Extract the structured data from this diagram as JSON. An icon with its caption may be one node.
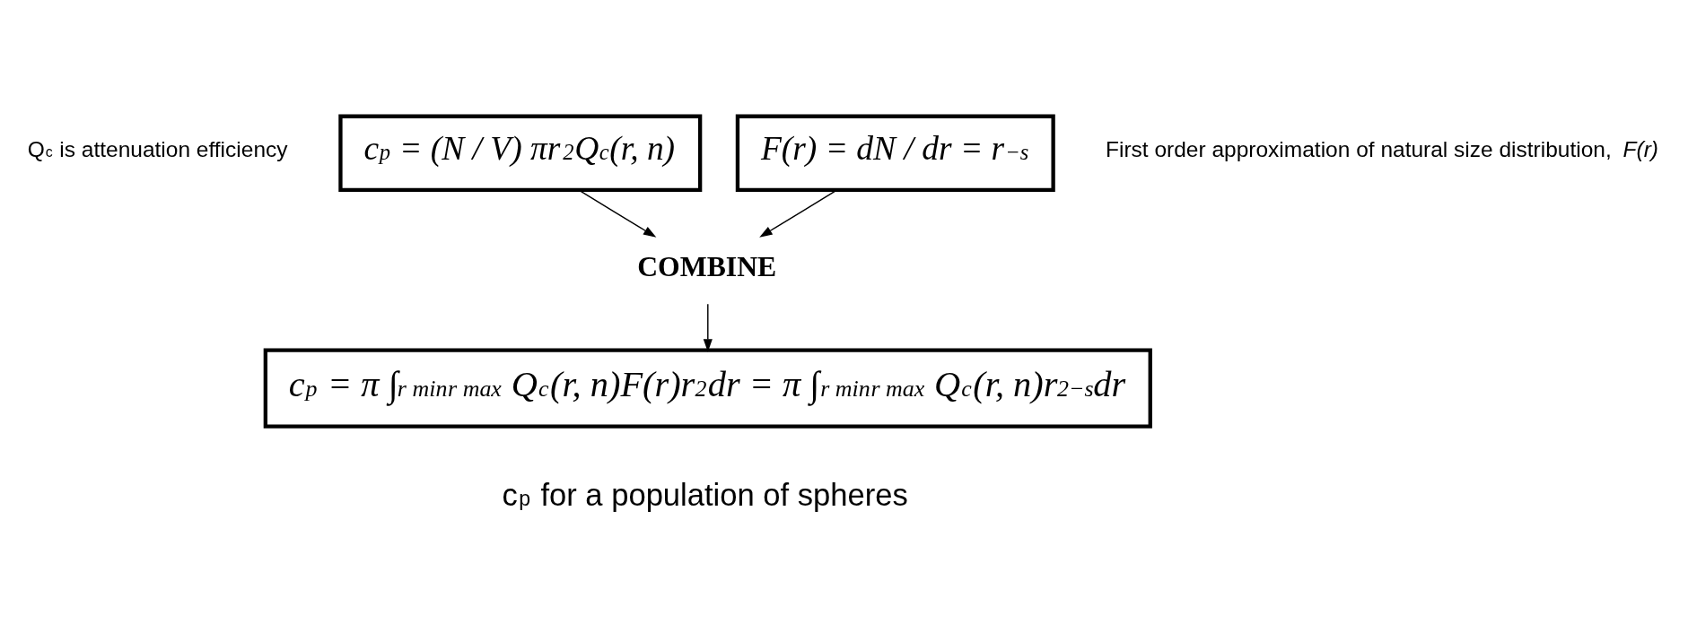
{
  "diagram": {
    "nodes": [
      {
        "text": [
          "c$_{p}$ = (N / V) πr$^{2}$Q$_{c}$(r, n)"
        ],
        "beside": [
          "Q$_{c}$ is attenuation efficiency"
        ]
      },
      {
        "text": [
          "F(r) = dN / dr = r$^{−s}$"
        ],
        "beside": [
          "First order approximation of natural size distribution, *F(r)*"
        ]
      },
      {
        "text": [
          "COMBINE"
        ]
      },
      {
        "text": [
          "c$_{p}$ = π ∫$_{r min}$$^{r max}$ Q$_{c}$(r, n)F(r)r$^{2}$dr = π ∫$_{r min}$$^{r max}$ Q$_{c}$(r, n)r$^{2−s}$dr"
        ],
        "beside": [
          "c$_{p}$ for a population of spheres"
        ]
      }
    ],
    "edges": [
      {
        "from": 0,
        "to": 2,
        "arrow": "to"
      },
      {
        "from": 1,
        "to": 2,
        "arrow": "to"
      },
      {
        "from": 2,
        "to": 3,
        "arrow": "to"
      }
    ]
  }
}
